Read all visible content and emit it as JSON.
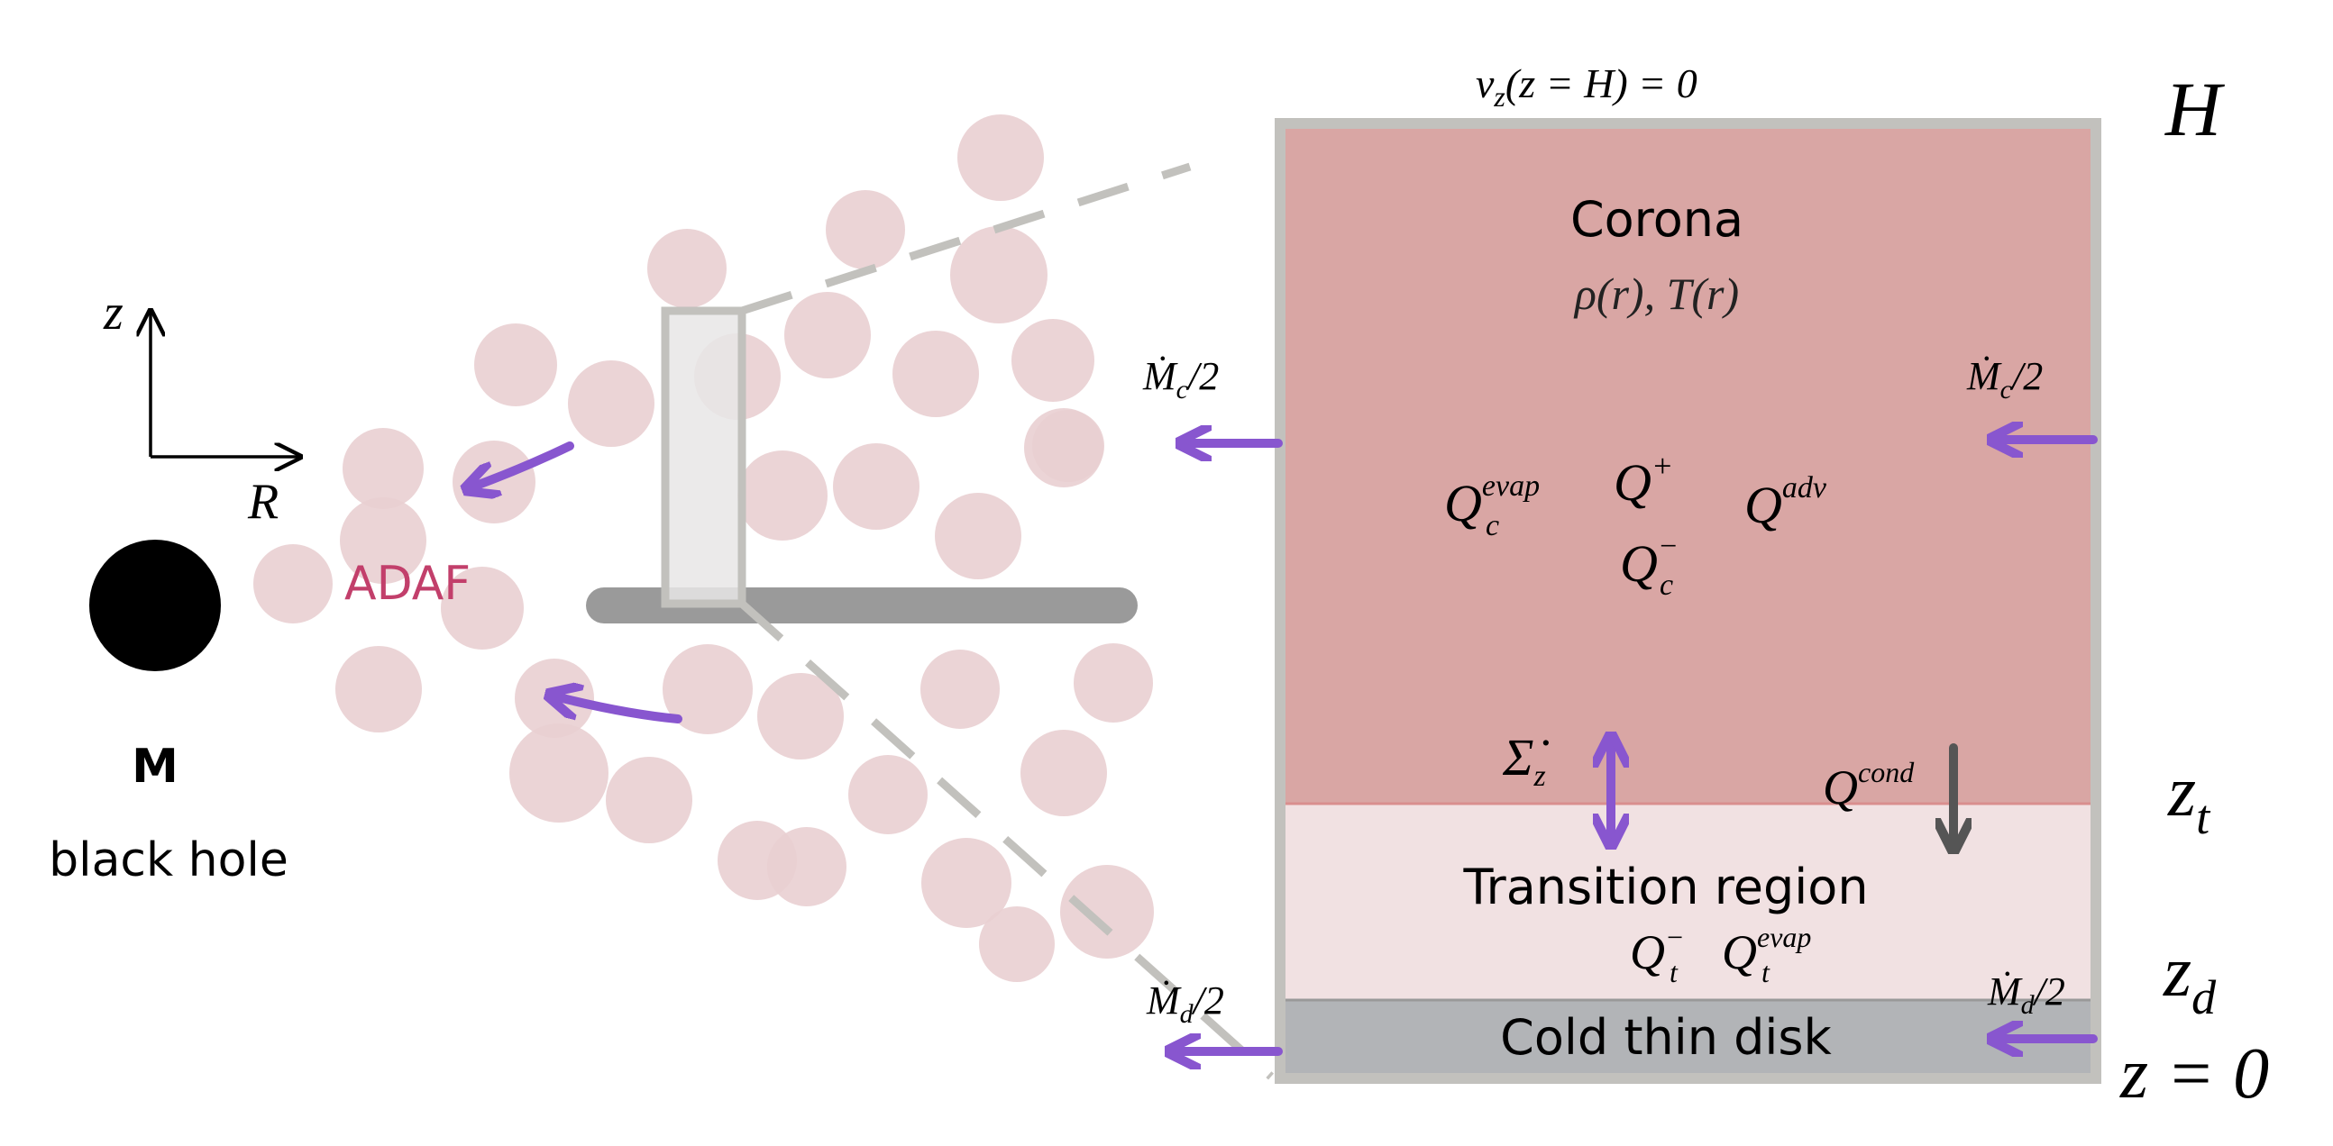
{
  "colors": {
    "corona_fill": "#d9a6a4",
    "transition_fill": "#f1e1e2",
    "disk_fill": "#b2b4b7",
    "frame": "#c2c1bd",
    "blob": "#e9cfd1",
    "arrow": "#8856cf",
    "adaf_text": "#c23f6b",
    "cond_arrow": "#555555",
    "inner_disk": "#9a9a9a"
  },
  "labels": {
    "black_hole_mass": "M",
    "black_hole_caption": "black hole",
    "adaf": "ADAF",
    "axis_z": "z",
    "axis_r": "R",
    "boundary_condition_lhs": "v",
    "boundary_condition_sub": "z",
    "boundary_condition_rhs": "(z = H) = 0",
    "corona_title": "Corona",
    "corona_profile": "ρ(r), T(r)",
    "transition_title": "Transition region",
    "disk_title": "Cold thin disk",
    "height_H": "H",
    "height_zt_main": "z",
    "height_zt_sub": "t",
    "height_zd_main": "z",
    "height_zd_sub": "d",
    "height_z0": "z = 0"
  },
  "quantities": {
    "mc_left": {
      "main": "Ṁ",
      "sub": "c",
      "tail": "/2"
    },
    "mc_right": {
      "main": "Ṁ",
      "sub": "c",
      "tail": "/2"
    },
    "md_left": {
      "main": "Ṁ",
      "sub": "d",
      "tail": "/2"
    },
    "md_right": {
      "main": "Ṁ",
      "sub": "d",
      "tail": "/2"
    },
    "q_plus": {
      "main": "Q",
      "sup": "+"
    },
    "q_evap_c": {
      "main": "Q",
      "sup": "evap",
      "sub": "c"
    },
    "q_adv": {
      "main": "Q",
      "sup": "adv"
    },
    "q_minus_c": {
      "main": "Q",
      "sup": "−",
      "sub": "c"
    },
    "sigma_dot": {
      "main": "Σ̇",
      "sub": "z"
    },
    "q_cond": {
      "main": "Q",
      "sup": "cond"
    },
    "q_minus_t": {
      "main": "Q",
      "sup": "−",
      "sub": "t"
    },
    "q_evap_t": {
      "main": "Q",
      "sup": "evap",
      "sub": "t"
    }
  }
}
